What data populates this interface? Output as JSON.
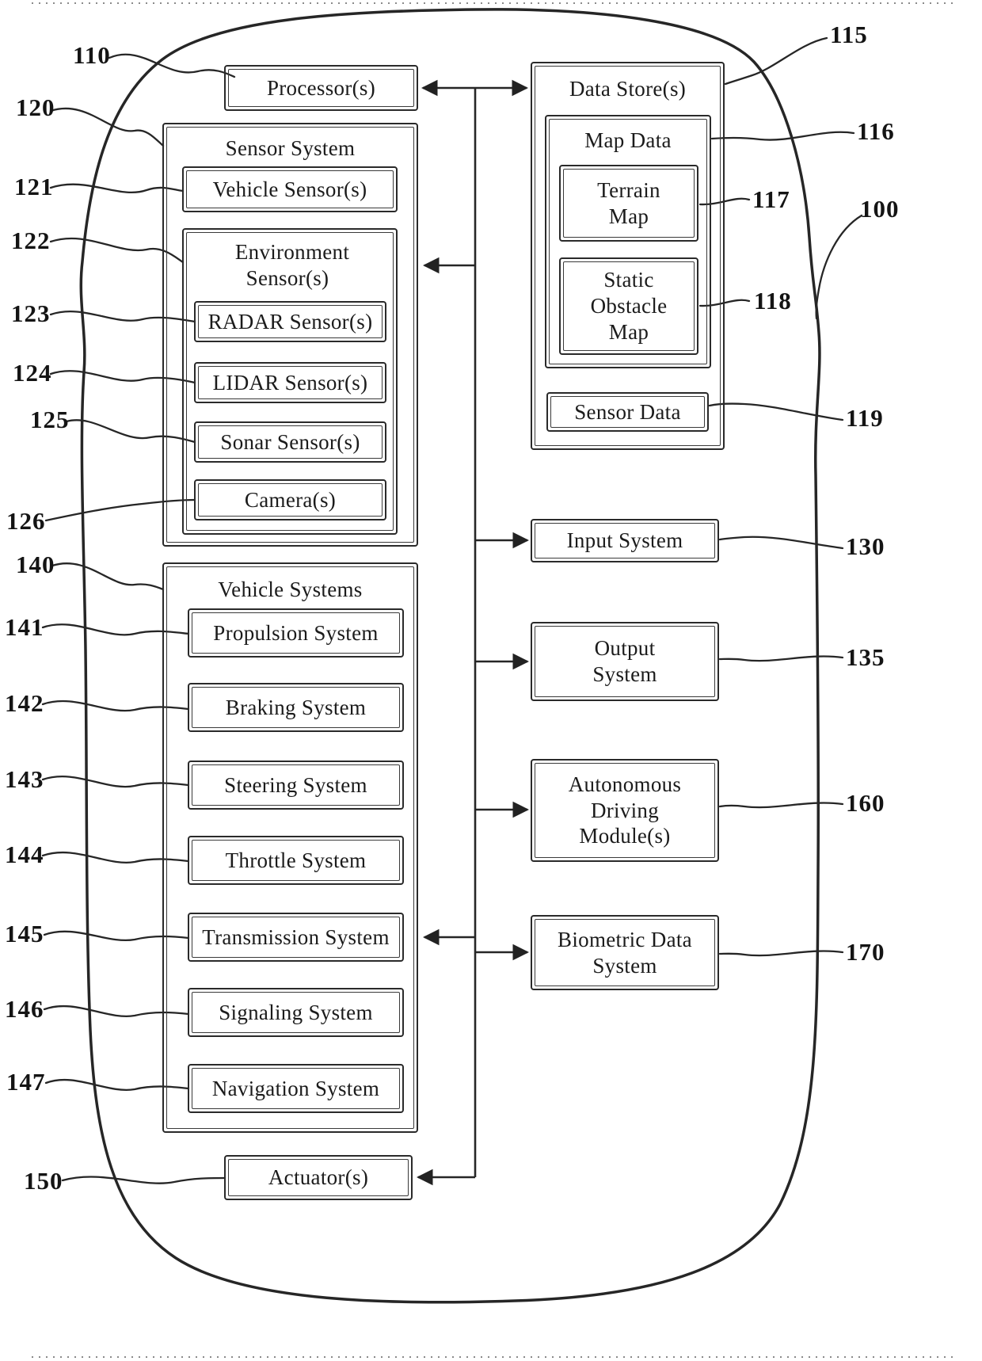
{
  "style": {
    "ink": "#222222"
  },
  "nodes": {
    "system": {
      "ref": "100"
    },
    "processors": {
      "label": "Processor(s)",
      "ref": "110"
    },
    "data_stores": {
      "label": "Data Store(s)",
      "ref": "115"
    },
    "map_data": {
      "label": "Map Data",
      "ref": "116"
    },
    "terrain_map": {
      "label": "Terrain\nMap",
      "ref": "117"
    },
    "static_obstacle_map": {
      "label": "Static\nObstacle\nMap",
      "ref": "118"
    },
    "sensor_data": {
      "label": "Sensor Data",
      "ref": "119"
    },
    "sensor_system": {
      "label": "Sensor System",
      "ref": "120"
    },
    "vehicle_sensors": {
      "label": "Vehicle Sensor(s)",
      "ref": "121"
    },
    "environment_sensors": {
      "label": "Environment\nSensor(s)",
      "ref": "122"
    },
    "radar": {
      "label": "RADAR Sensor(s)",
      "ref": "123"
    },
    "lidar": {
      "label": "LIDAR Sensor(s)",
      "ref": "124"
    },
    "sonar": {
      "label": "Sonar Sensor(s)",
      "ref": "125"
    },
    "camera": {
      "label": "Camera(s)",
      "ref": "126"
    },
    "input_system": {
      "label": "Input System",
      "ref": "130"
    },
    "output_system": {
      "label": "Output\nSystem",
      "ref": "135"
    },
    "vehicle_systems": {
      "label": "Vehicle Systems",
      "ref": "140"
    },
    "propulsion": {
      "label": "Propulsion System",
      "ref": "141"
    },
    "braking": {
      "label": "Braking System",
      "ref": "142"
    },
    "steering": {
      "label": "Steering System",
      "ref": "143"
    },
    "throttle": {
      "label": "Throttle System",
      "ref": "144"
    },
    "transmission": {
      "label": "Transmission System",
      "ref": "145"
    },
    "signaling": {
      "label": "Signaling System",
      "ref": "146"
    },
    "navigation": {
      "label": "Navigation System",
      "ref": "147"
    },
    "actuators": {
      "label": "Actuator(s)",
      "ref": "150"
    },
    "autonomous_driving": {
      "label": "Autonomous\nDriving\nModule(s)",
      "ref": "160"
    },
    "biometric": {
      "label": "Biometric Data\nSystem",
      "ref": "170"
    }
  }
}
